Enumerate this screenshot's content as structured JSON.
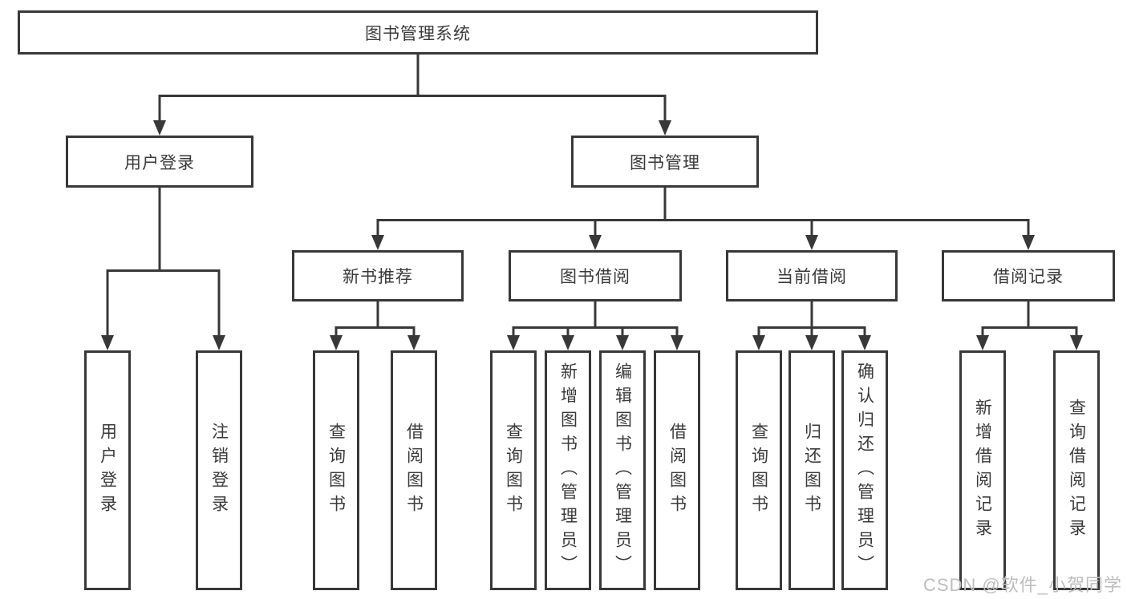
{
  "tree": {
    "root": {
      "label": "图书管理系统"
    },
    "branches": [
      {
        "label": "用户登录",
        "children": [
          {
            "label": "用户登录"
          },
          {
            "label": "注销登录"
          }
        ]
      },
      {
        "label": "图书管理",
        "groups": [
          {
            "label": "新书推荐",
            "children": [
              {
                "label": "查询图书"
              },
              {
                "label": "借阅图书"
              }
            ]
          },
          {
            "label": "图书借阅",
            "children": [
              {
                "label": "查询图书"
              },
              {
                "label": "新增图书（管理员）"
              },
              {
                "label": "编辑图书（管理员）"
              },
              {
                "label": "借阅图书"
              }
            ]
          },
          {
            "label": "当前借阅",
            "children": [
              {
                "label": "查询图书"
              },
              {
                "label": "归还图书"
              },
              {
                "label": "确认归还（管理员）"
              }
            ]
          },
          {
            "label": "借阅记录",
            "children": [
              {
                "label": "新增借阅记录"
              },
              {
                "label": "查询借阅记录"
              }
            ]
          }
        ]
      }
    ]
  },
  "watermark": "CSDN @软件_小贺同学",
  "colors": {
    "line": "#383838",
    "text": "#3a3a3a",
    "background": "#ffffff",
    "watermark": "#bdbdbd"
  }
}
